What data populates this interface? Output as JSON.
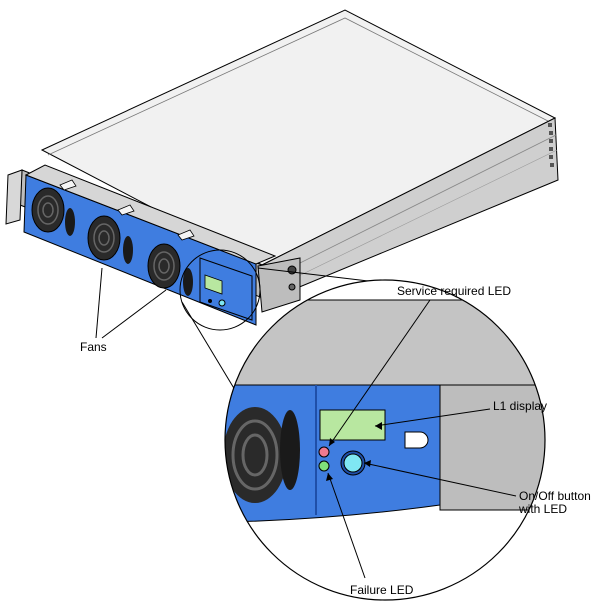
{
  "labels": {
    "fans": "Fans",
    "service_led": "Service required LED",
    "l1_display": "L1 display",
    "onoff_line1": "On/Off button",
    "onoff_line2": "with LED",
    "failure_led": "Failure LED"
  },
  "colors": {
    "bezel_blue": "#3f7de0",
    "bezel_dark": "#1f4fa8",
    "chassis_light": "#eeeeee",
    "chassis_mid": "#c8c8c8",
    "chassis_dark": "#8a8a8a",
    "lcd_green": "#b8e7a0",
    "service_led": "#ef7a90",
    "failure_led": "#7fe07a",
    "power_button": "#7fe7f3",
    "fan_black": "#2a2a2a"
  },
  "icons": [
    "fan-icon",
    "lcd-icon",
    "led-icon",
    "power-button-icon"
  ]
}
